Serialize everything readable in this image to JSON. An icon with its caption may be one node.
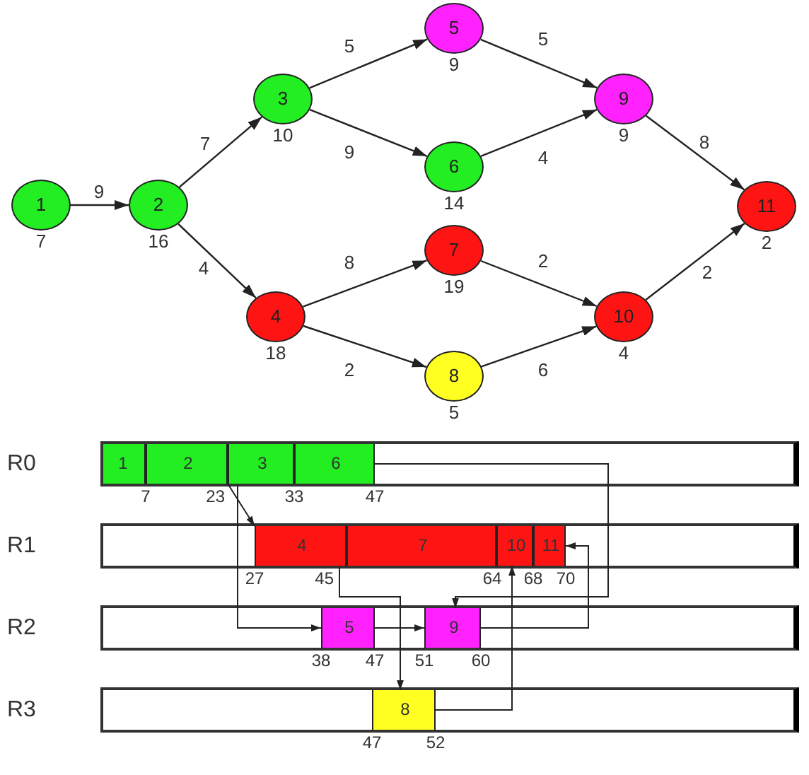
{
  "diagram": {
    "nodes": [
      {
        "text": [
          "1"
        ],
        "beside": [
          "7"
        ]
      },
      {
        "text": [
          "2"
        ],
        "beside": [
          "16"
        ]
      },
      {
        "text": [
          "3"
        ],
        "beside": [
          "10"
        ]
      },
      {
        "text": [
          "4"
        ],
        "beside": [
          "18"
        ]
      },
      {
        "text": [
          "5"
        ],
        "beside": [
          "9"
        ]
      },
      {
        "text": [
          "6"
        ],
        "beside": [
          "14"
        ]
      },
      {
        "text": [
          "7"
        ],
        "beside": [
          "19"
        ]
      },
      {
        "text": [
          "8"
        ],
        "beside": [
          "5"
        ]
      },
      {
        "text": [
          "9"
        ],
        "beside": [
          "9"
        ]
      },
      {
        "text": [
          "10"
        ],
        "beside": [
          "4"
        ]
      },
      {
        "text": [
          "11"
        ],
        "beside": [
          "2"
        ]
      },
      {
        "text": [
          "R0"
        ]
      },
      {
        "text": [
          "1"
        ],
        "in": 11
      },
      {
        "text": [
          "2"
        ],
        "in": 11
      },
      {
        "text": [
          "3"
        ],
        "in": 11
      },
      {
        "text": [
          "6"
        ],
        "in": 11
      },
      {
        "text": [
          "R1"
        ]
      },
      {
        "text": [
          "4"
        ],
        "in": 16
      },
      {
        "text": [
          "7"
        ],
        "in": 16
      },
      {
        "text": [
          "10"
        ],
        "in": 16
      },
      {
        "text": [
          "11"
        ],
        "in": 16
      },
      {
        "text": [
          "R2"
        ]
      },
      {
        "text": [
          "5"
        ],
        "in": 21
      },
      {
        "text": [
          "9"
        ],
        "in": 21
      },
      {
        "text": [
          "R3"
        ]
      },
      {
        "text": [
          "8"
        ],
        "in": 24
      }
    ],
    "edges": [
      {
        "from": 0,
        "to": 1,
        "arrow": "to",
        "label": "9"
      },
      {
        "from": 1,
        "to": 2,
        "arrow": "to",
        "label": "7"
      },
      {
        "from": 1,
        "to": 3,
        "arrow": "to",
        "label": "4"
      },
      {
        "from": 2,
        "to": 4,
        "arrow": "to",
        "label": "5"
      },
      {
        "from": 2,
        "to": 5,
        "arrow": "to",
        "label": "9"
      },
      {
        "from": 3,
        "to": 6,
        "arrow": "to",
        "label": "8"
      },
      {
        "from": 3,
        "to": 7,
        "arrow": "to",
        "label": "2"
      },
      {
        "from": 4,
        "to": 8,
        "arrow": "to",
        "label": "5"
      },
      {
        "from": 5,
        "to": 8,
        "arrow": "to",
        "label": "4"
      },
      {
        "from": 6,
        "to": 9,
        "arrow": "to",
        "label": "2"
      },
      {
        "from": 7,
        "to": 9,
        "arrow": "to",
        "label": "6"
      },
      {
        "from": 8,
        "to": 10,
        "arrow": "to",
        "label": "8"
      },
      {
        "from": 9,
        "to": 10,
        "arrow": "to",
        "label": "2"
      },
      {
        "from": 13,
        "to": 17,
        "arrow": "to"
      },
      {
        "from": 14,
        "to": 22,
        "arrow": "to"
      },
      {
        "from": 17,
        "to": 25,
        "arrow": "to"
      },
      {
        "from": 15,
        "to": 23,
        "arrow": "to"
      },
      {
        "from": 22,
        "to": 23,
        "arrow": "to"
      },
      {
        "from": 25,
        "to": 19,
        "arrow": "to"
      },
      {
        "from": 23,
        "to": 20,
        "arrow": "to"
      }
    ],
    "labels": [
      "7",
      "23",
      "33",
      "47",
      "27",
      "45",
      "64",
      "68",
      "70",
      "38",
      "47",
      "51",
      "60",
      "47",
      "52"
    ]
  }
}
